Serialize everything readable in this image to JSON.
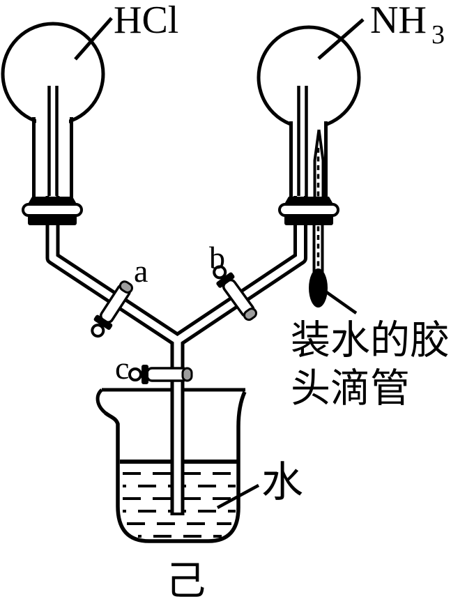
{
  "colors": {
    "line": "#000000",
    "background": "#ffffff",
    "stopcock_cap_gray": "#9e9e9e"
  },
  "flasks": {
    "left": {
      "gas_label": "HCl"
    },
    "right": {
      "gas_label_main": "NH",
      "gas_label_sub": "3"
    }
  },
  "stopcocks": {
    "a_label": "a",
    "b_label": "b",
    "c_label": "c"
  },
  "annotations": {
    "dropper_note_line1": "装水的胶",
    "dropper_note_line2": "头滴管",
    "water_label": "水",
    "figure_label": "己"
  }
}
